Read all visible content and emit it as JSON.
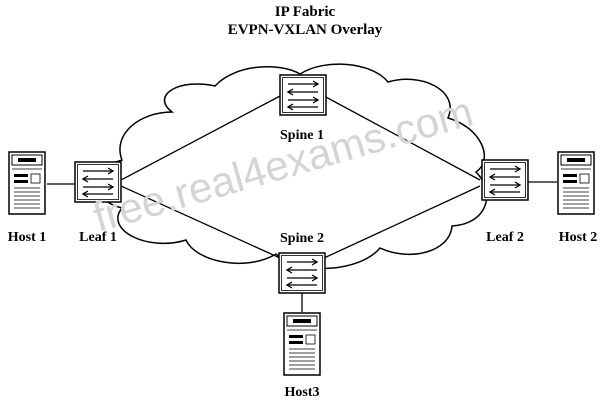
{
  "title": {
    "line1": "IP Fabric",
    "line2": "EVPN-VXLAN Overlay"
  },
  "nodes": {
    "spine1": "Spine 1",
    "spine2": "Spine 2",
    "leaf1": "Leaf 1",
    "leaf2": "Leaf 2",
    "host1": "Host 1",
    "host2": "Host 2",
    "host3": "Host3"
  },
  "watermark": "free.real4exams.com",
  "icons": {
    "switch": "switch-icon",
    "server": "server-icon",
    "cloud": "cloud-icon"
  },
  "colors": {
    "stroke": "#000000",
    "cloud_fill": "#ffffff",
    "watermark": "#d4d4d4"
  }
}
